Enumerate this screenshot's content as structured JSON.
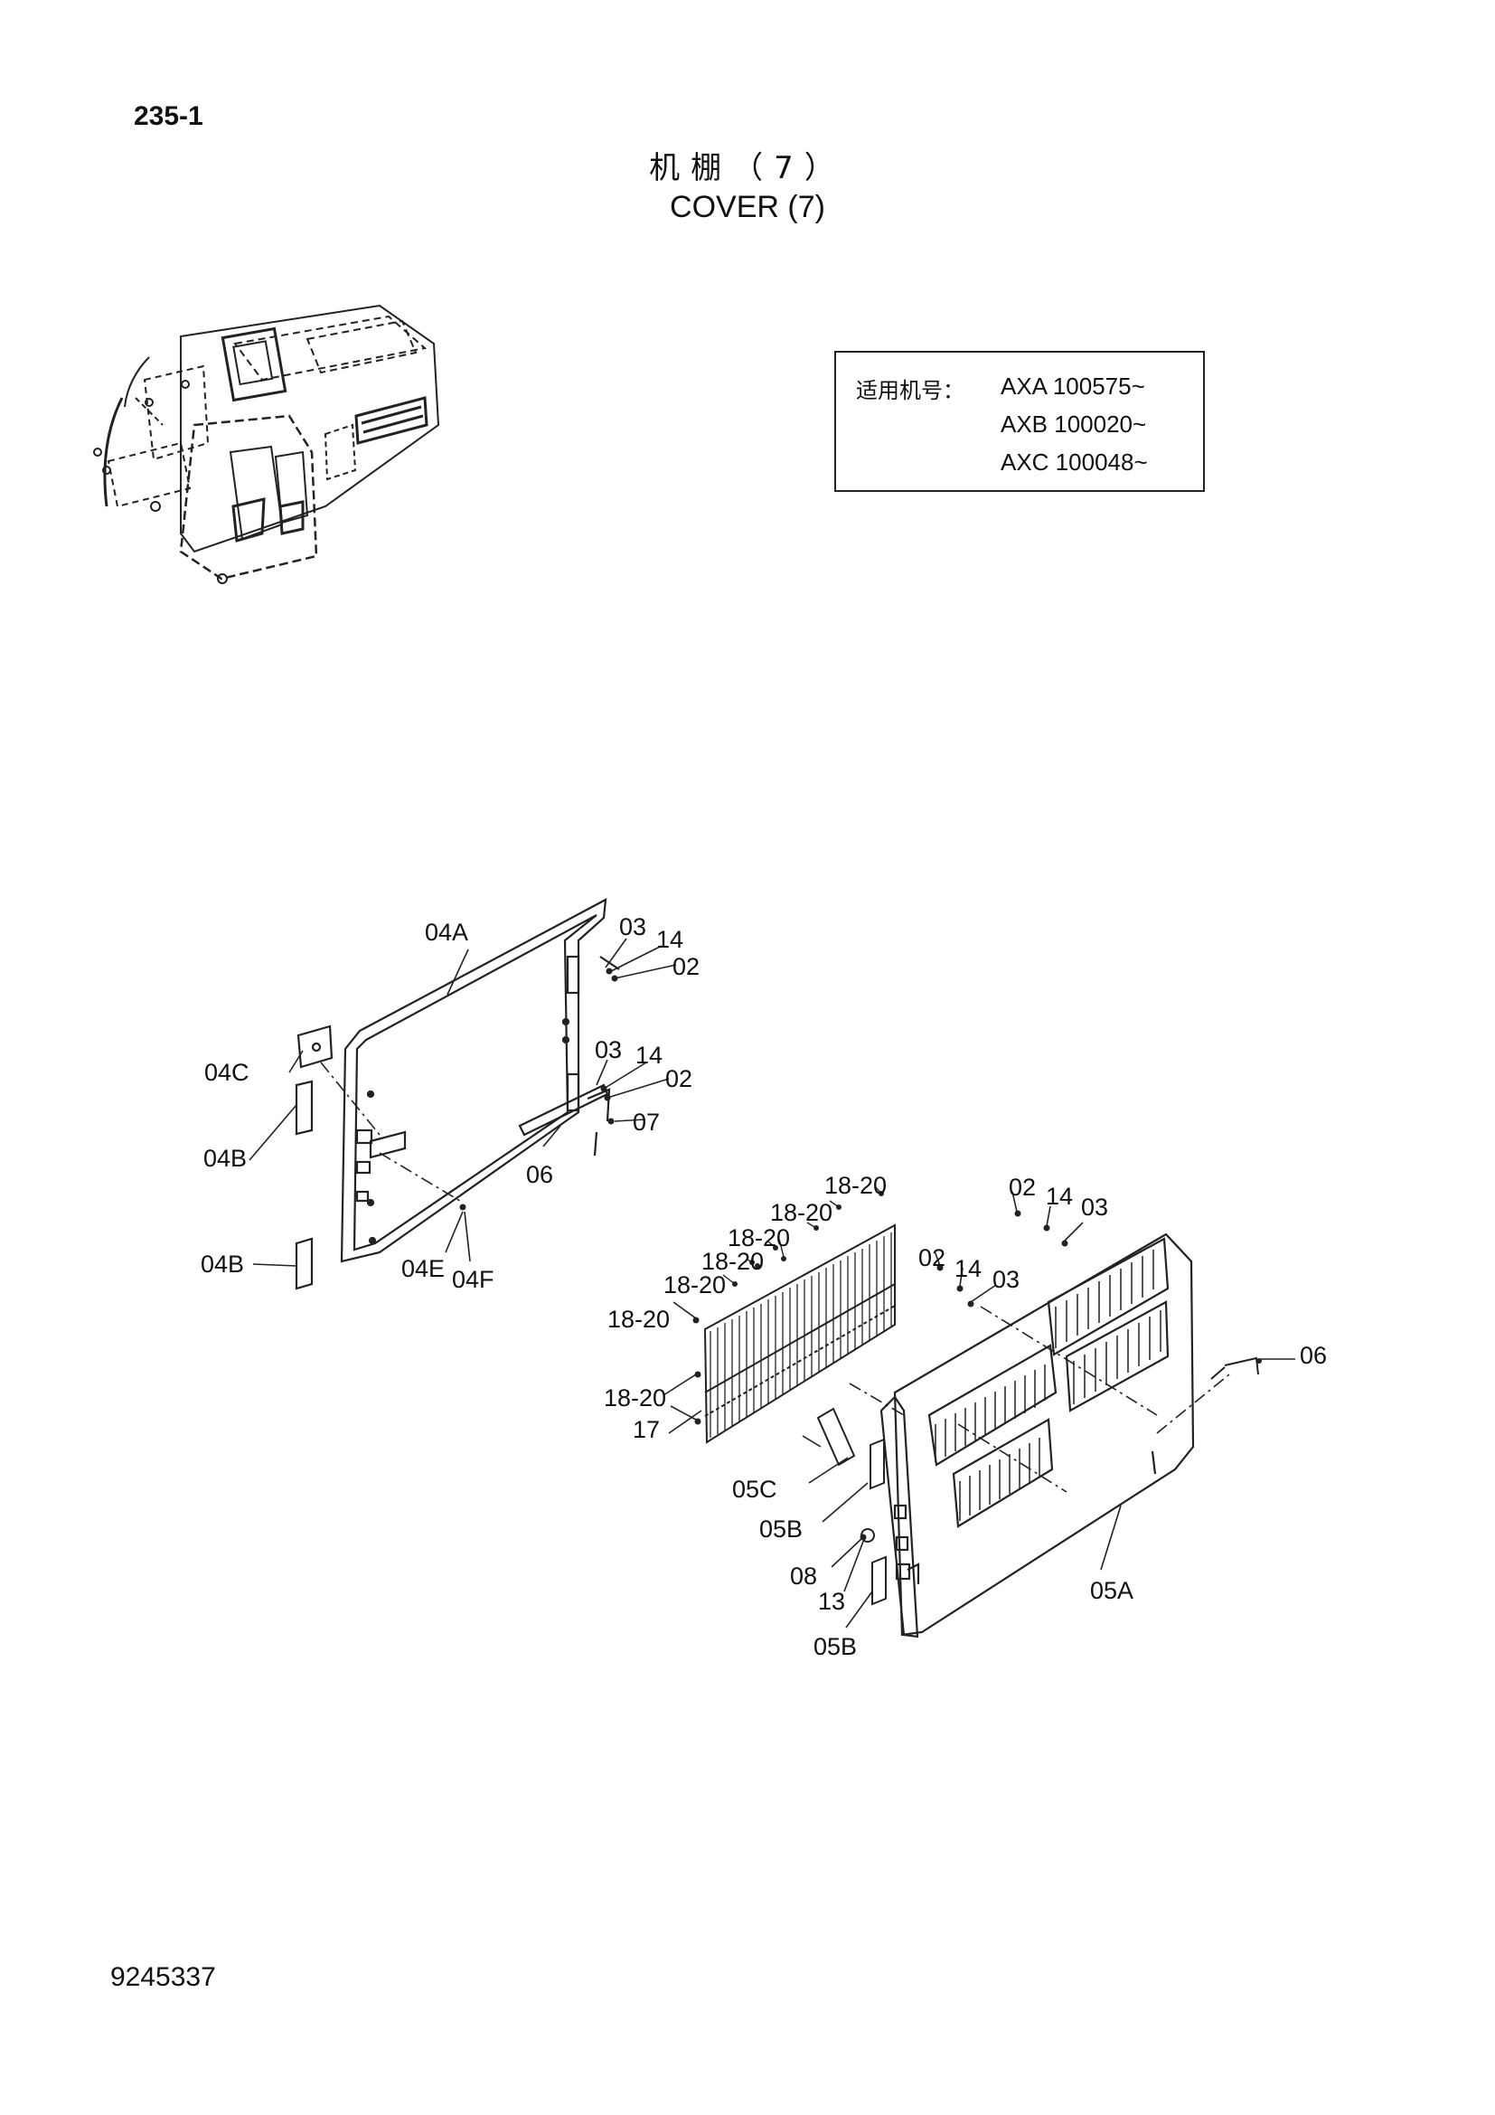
{
  "header": {
    "page_number": "235-1",
    "title_cn": "机棚（7）",
    "title_en": "COVER (7)"
  },
  "serial_box": {
    "label": "适用机号：",
    "serials": [
      "AXA 100575~",
      "AXB 100020~",
      "AXC 100048~"
    ]
  },
  "callouts": {
    "c04A": "04A",
    "c03a": "03",
    "c14a": "14",
    "c02a": "02",
    "c04C": "04C",
    "c03b": "03",
    "c14b": "14",
    "c02b": "02",
    "c07": "07",
    "c04Ba": "04B",
    "c06a": "06",
    "c04Bb": "04B",
    "c04E": "04E",
    "c04F": "04F",
    "c18_1": "18-20",
    "c18_2": "18-20",
    "c18_3": "18-20",
    "c18_4": "18-20",
    "c18_5": "18-20",
    "c18_6": "18-20",
    "c18_7": "18-20",
    "c17": "17",
    "c02c": "02",
    "c14c": "14",
    "c03c": "03",
    "c02d": "02",
    "c14d": "14",
    "c03d": "03",
    "c06b": "06",
    "c05C": "05C",
    "c05Ba": "05B",
    "c08": "08",
    "c13": "13",
    "c05Bb": "05B",
    "c05A": "05A"
  },
  "footer": {
    "doc_number": "9245337"
  }
}
